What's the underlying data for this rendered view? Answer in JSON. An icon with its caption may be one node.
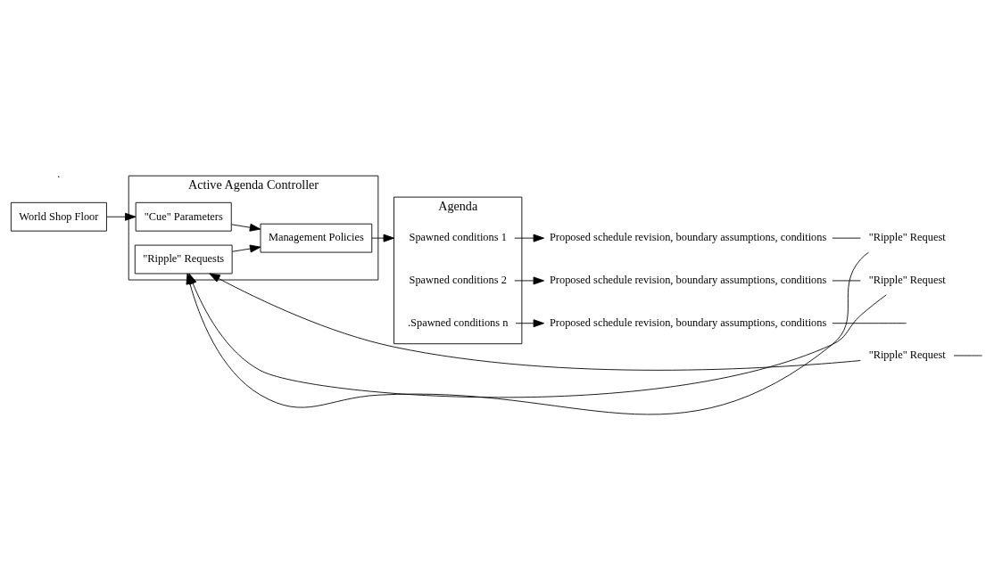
{
  "diagram": {
    "nodes": [
      {
        "text": [
          "World Shop Floor"
        ]
      },
      {
        "text": [
          "Active Agenda Controller"
        ]
      },
      {
        "text": [
          "\"Cue\" Parameters"
        ],
        "in": 1
      },
      {
        "text": [
          "\"Ripple\" Requests"
        ],
        "in": 1
      },
      {
        "text": [
          "Management Policies"
        ],
        "in": 1
      },
      {
        "text": [
          "Agenda"
        ]
      },
      {
        "text": [
          "Spawned conditions 1"
        ],
        "in": 5
      },
      {
        "text": [
          "Spawned conditions 2"
        ],
        "in": 5
      },
      {
        "text": [
          ".Spawned conditions n"
        ],
        "in": 5
      },
      {
        "text": [
          "Proposed schedule revision, boundary assumptions, conditions"
        ]
      },
      {
        "text": [
          "Proposed schedule revision, boundary assumptions, conditions"
        ]
      },
      {
        "text": [
          "Proposed schedule revision, boundary assumptions, conditions"
        ]
      },
      {
        "text": [
          "\"Ripple\" Request"
        ]
      },
      {
        "text": [
          "\"Ripple\" Request"
        ]
      },
      {
        "text": [
          "\"Ripple\" Request"
        ]
      }
    ],
    "edges": [
      {
        "from": 0,
        "to": 2,
        "arrow": "to"
      },
      {
        "from": 2,
        "to": 4,
        "arrow": "to"
      },
      {
        "from": 3,
        "to": 4,
        "arrow": "to"
      },
      {
        "from": 4,
        "to": 5,
        "arrow": "to"
      },
      {
        "from": 6,
        "to": 9,
        "arrow": "to"
      },
      {
        "from": 7,
        "to": 10,
        "arrow": "to"
      },
      {
        "from": 8,
        "to": 11,
        "arrow": "to"
      },
      {
        "from": 9,
        "to": 14,
        "arrow": "none"
      },
      {
        "from": 10,
        "to": 13,
        "arrow": "none"
      },
      {
        "from": 11,
        "to": null,
        "arrow": "none"
      },
      {
        "from": 12,
        "to": null,
        "arrow": "none"
      },
      {
        "from": 12,
        "to": 3,
        "arrow": "to"
      },
      {
        "from": 13,
        "to": 3,
        "arrow": "to"
      },
      {
        "from": 14,
        "to": 3,
        "arrow": "to"
      }
    ],
    "labels": [
      "."
    ]
  }
}
